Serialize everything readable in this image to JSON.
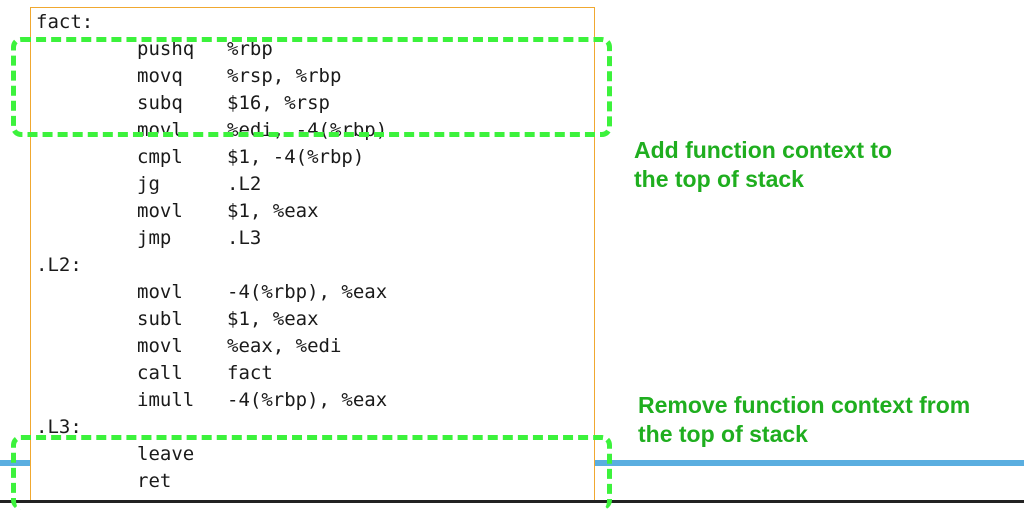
{
  "code": [
    {
      "label": "fact:"
    },
    {
      "mnemonic": "pushq",
      "operands": "%rbp"
    },
    {
      "mnemonic": "movq",
      "operands": "%rsp, %rbp"
    },
    {
      "mnemonic": "subq",
      "operands": "$16, %rsp"
    },
    {
      "mnemonic": "movl",
      "operands": "%edi, -4(%rbp)"
    },
    {
      "mnemonic": "cmpl",
      "operands": "$1, -4(%rbp)"
    },
    {
      "mnemonic": "jg",
      "operands": ".L2"
    },
    {
      "mnemonic": "movl",
      "operands": "$1, %eax"
    },
    {
      "mnemonic": "jmp",
      "operands": ".L3"
    },
    {
      "label": ".L2:"
    },
    {
      "mnemonic": "movl",
      "operands": "-4(%rbp), %eax"
    },
    {
      "mnemonic": "subl",
      "operands": "$1, %eax"
    },
    {
      "mnemonic": "movl",
      "operands": "%eax, %edi"
    },
    {
      "mnemonic": "call",
      "operands": "fact"
    },
    {
      "mnemonic": "imull",
      "operands": "-4(%rbp), %eax"
    },
    {
      "label": ".L3:"
    },
    {
      "mnemonic": "leave",
      "operands": ""
    },
    {
      "mnemonic": "ret",
      "operands": ""
    }
  ],
  "annotations": {
    "top": [
      "Add function context to",
      "the top of stack"
    ],
    "bottom": [
      "Remove function context from",
      "the top of stack"
    ]
  },
  "colors": {
    "highlight": "#3cf23c",
    "annotation_text": "#1fae1f",
    "code_box_border": "#f0a830",
    "rule": "#5aaee0"
  }
}
